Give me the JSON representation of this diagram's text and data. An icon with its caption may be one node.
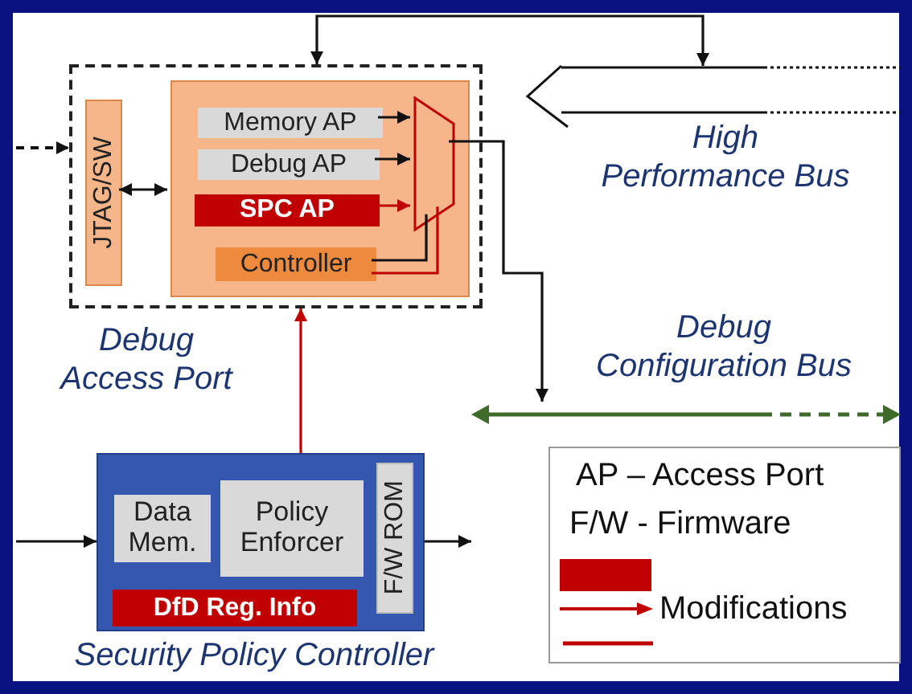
{
  "diagram": {
    "nodes": [
      {
        "text": [
          "Debug Access Port"
        ]
      },
      {
        "text": [
          "JTAG/SW"
        ],
        "in": 0
      },
      {
        "text": [],
        "shape": "box",
        "in": 0
      },
      {
        "text": [
          "Memory AP"
        ],
        "in": 2
      },
      {
        "text": [
          "Debug AP"
        ],
        "in": 2
      },
      {
        "text": [
          "SPC AP"
        ],
        "in": 2
      },
      {
        "text": [
          "Controller"
        ],
        "in": 2
      },
      {
        "text": [],
        "shape": "trapezoid",
        "in": 2
      },
      {
        "text": [
          "High Performance Bus"
        ]
      },
      {
        "text": [
          "Debug Configuration Bus"
        ]
      },
      {
        "text": [
          "Security Policy Controller"
        ]
      },
      {
        "text": [
          "Data Mem."
        ],
        "in": 10
      },
      {
        "text": [
          "Policy Enforcer"
        ],
        "in": 10
      },
      {
        "text": [
          "DfD Reg. Info"
        ],
        "in": 10
      },
      {
        "text": [
          "F/W ROM"
        ],
        "in": 10
      }
    ],
    "edges": [
      {
        "from": null,
        "to": 0,
        "arrow": "to",
        "style": "dashed"
      },
      {
        "from": 1,
        "to": 2,
        "arrow": "both"
      },
      {
        "from": 3,
        "to": 7,
        "arrow": "to"
      },
      {
        "from": 4,
        "to": 7,
        "arrow": "to"
      },
      {
        "from": 5,
        "to": 7,
        "arrow": "to",
        "color": "#c00000"
      },
      {
        "from": 6,
        "to": 7,
        "arrow": "none"
      },
      {
        "from": 6,
        "to": 7,
        "arrow": "none",
        "color": "#c00000"
      },
      {
        "from": 7,
        "to": 9,
        "arrow": "to"
      },
      {
        "from": 0,
        "to": 8,
        "arrow": "both"
      },
      {
        "from": 10,
        "to": 0,
        "arrow": "to",
        "color": "#c00000"
      },
      {
        "from": null,
        "to": 10,
        "arrow": "to"
      },
      {
        "from": 10,
        "to": null,
        "arrow": "to"
      }
    ],
    "labels": [
      "AP – Access Port",
      "F/W - Firmware"
    ],
    "legend": [
      {
        "text": "Modifications",
        "color": "#c00000"
      }
    ]
  }
}
